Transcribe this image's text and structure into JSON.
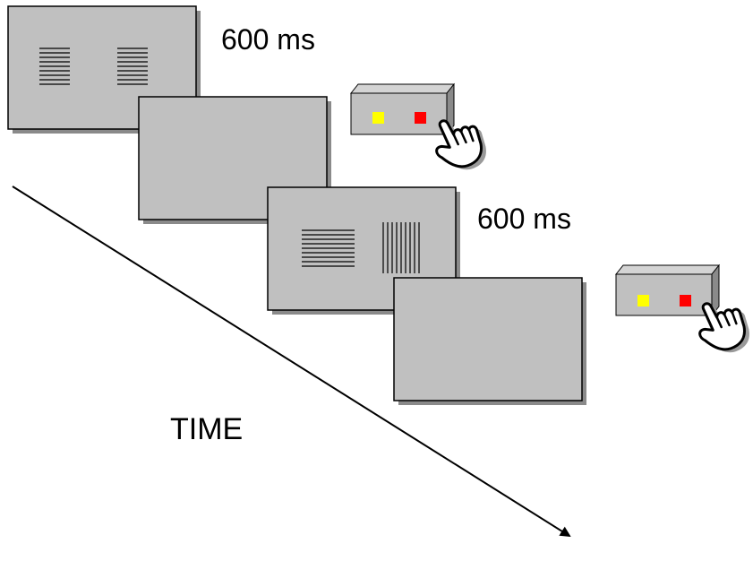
{
  "labels": {
    "duration_1": "600 ms",
    "duration_2": "600 ms",
    "time_axis": "TIME"
  },
  "colors": {
    "screen_fill": "#c0c0c0",
    "screen_shadow": "#8a8a8a",
    "stripe": "#000000",
    "left_key": "#ffff00",
    "right_key": "#ff0000",
    "arrow": "#000000"
  },
  "trial_sequence": [
    {
      "screen": "stimulus",
      "left_grating": "horizontal",
      "right_grating": "horizontal"
    },
    {
      "screen": "blank",
      "response": "button-press"
    },
    {
      "screen": "stimulus",
      "left_grating": "horizontal",
      "right_grating": "vertical"
    },
    {
      "screen": "blank",
      "response": "button-press"
    }
  ]
}
